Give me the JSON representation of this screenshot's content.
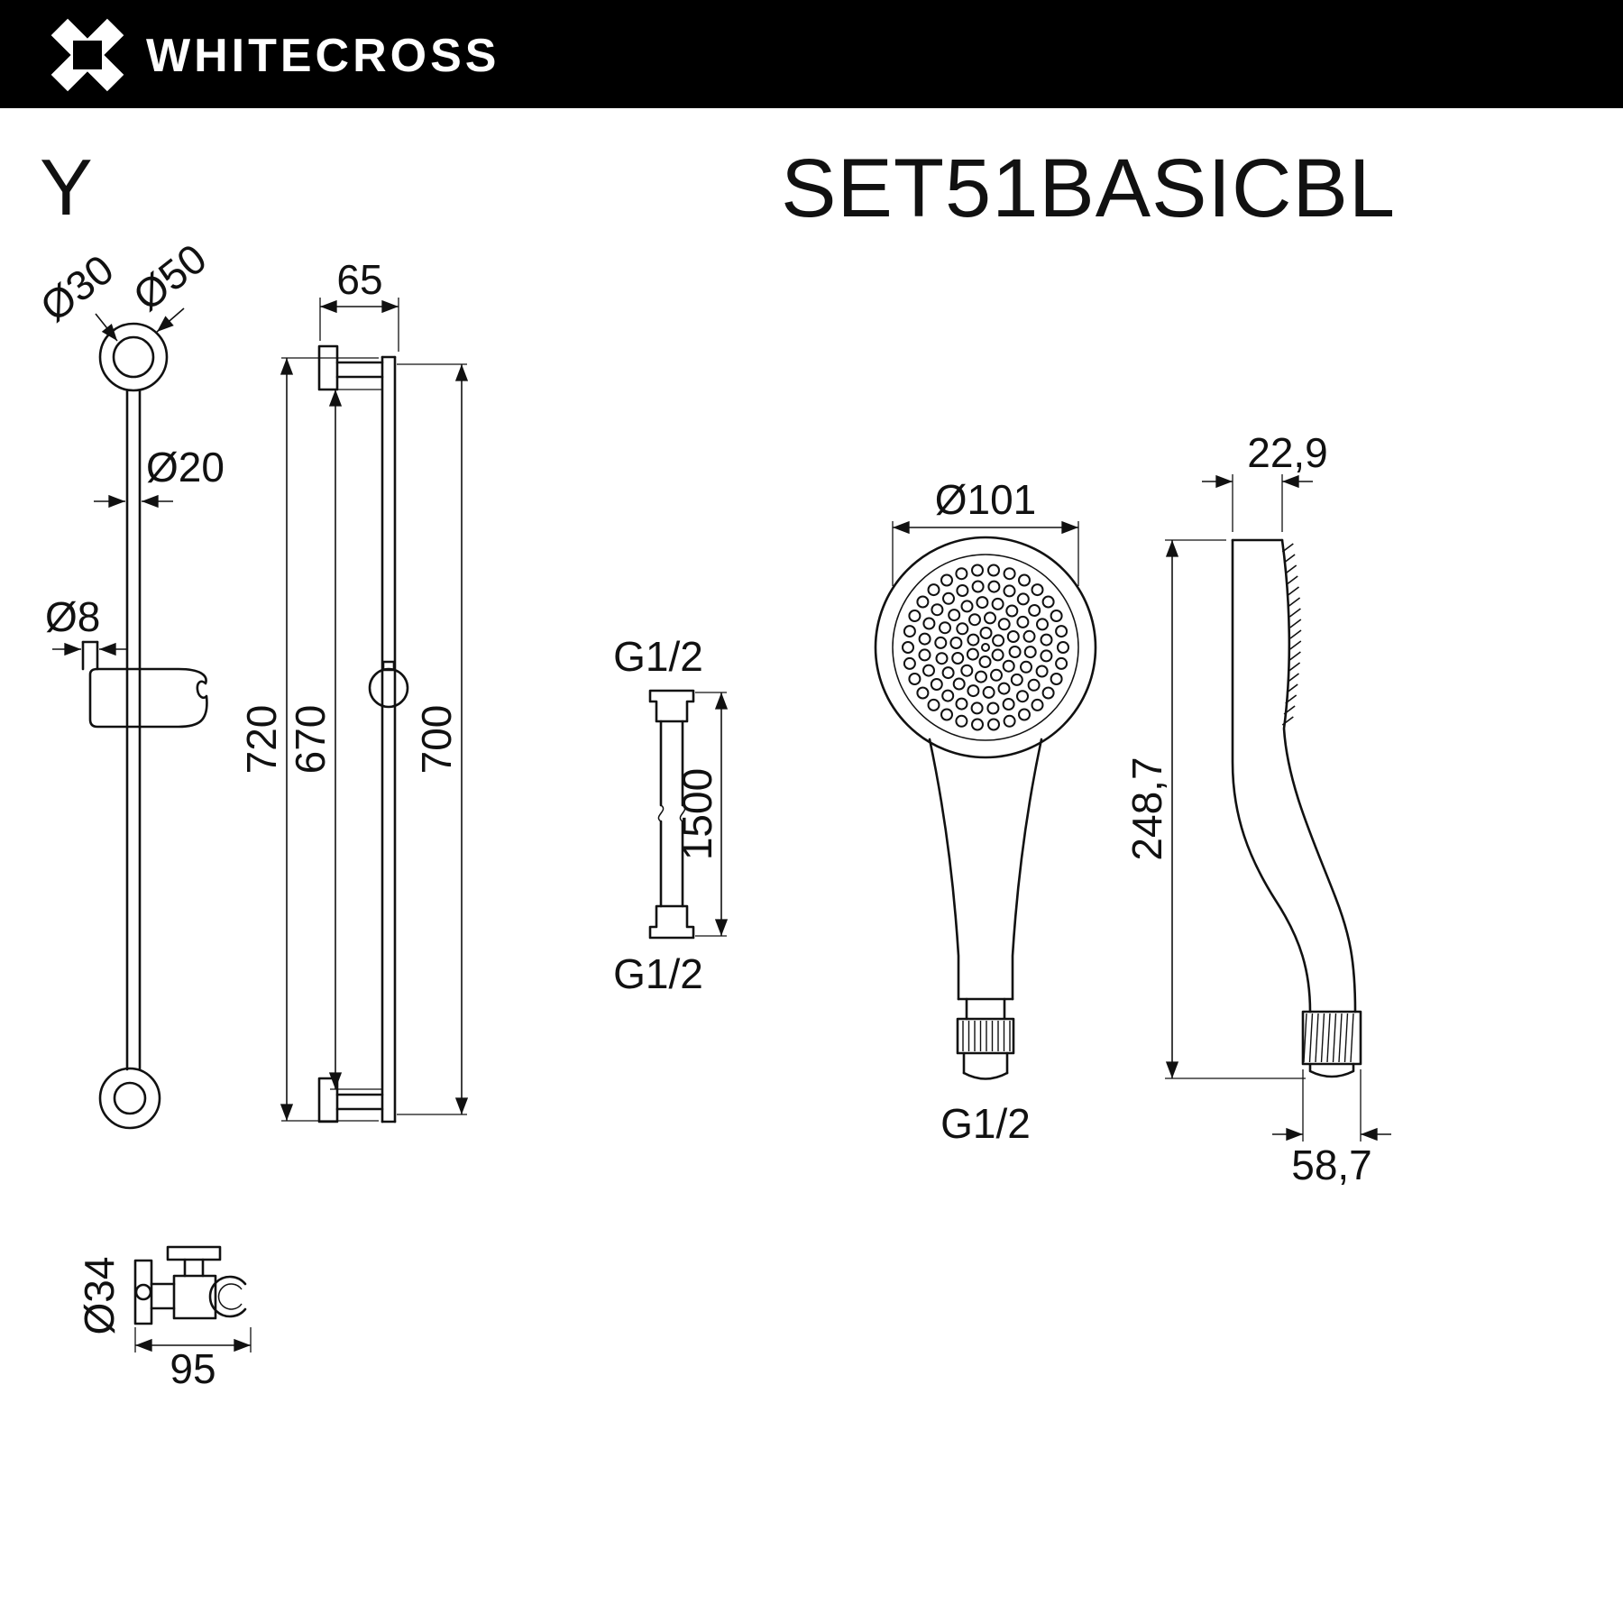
{
  "header": {
    "brand": "WHITECROSS"
  },
  "title": {
    "series": "Y",
    "model": "SET51BASICBL"
  },
  "rail_front": {
    "d30": "Ø30",
    "d50": "Ø50",
    "d20": "Ø20",
    "d8": "Ø8"
  },
  "rail_side": {
    "w65": "65",
    "h720": "720",
    "h670": "670",
    "h700": "700"
  },
  "hose": {
    "g_top": "G1/2",
    "len": "1500",
    "g_bottom": "G1/2"
  },
  "head_front": {
    "d101": "Ø101",
    "g": "G1/2"
  },
  "head_side": {
    "t": "22,9",
    "h": "248,7",
    "w": "58,7"
  },
  "bracket": {
    "d34": "Ø34",
    "w95": "95"
  },
  "colors": {
    "ink": "#111111",
    "header_bg": "#000000"
  }
}
